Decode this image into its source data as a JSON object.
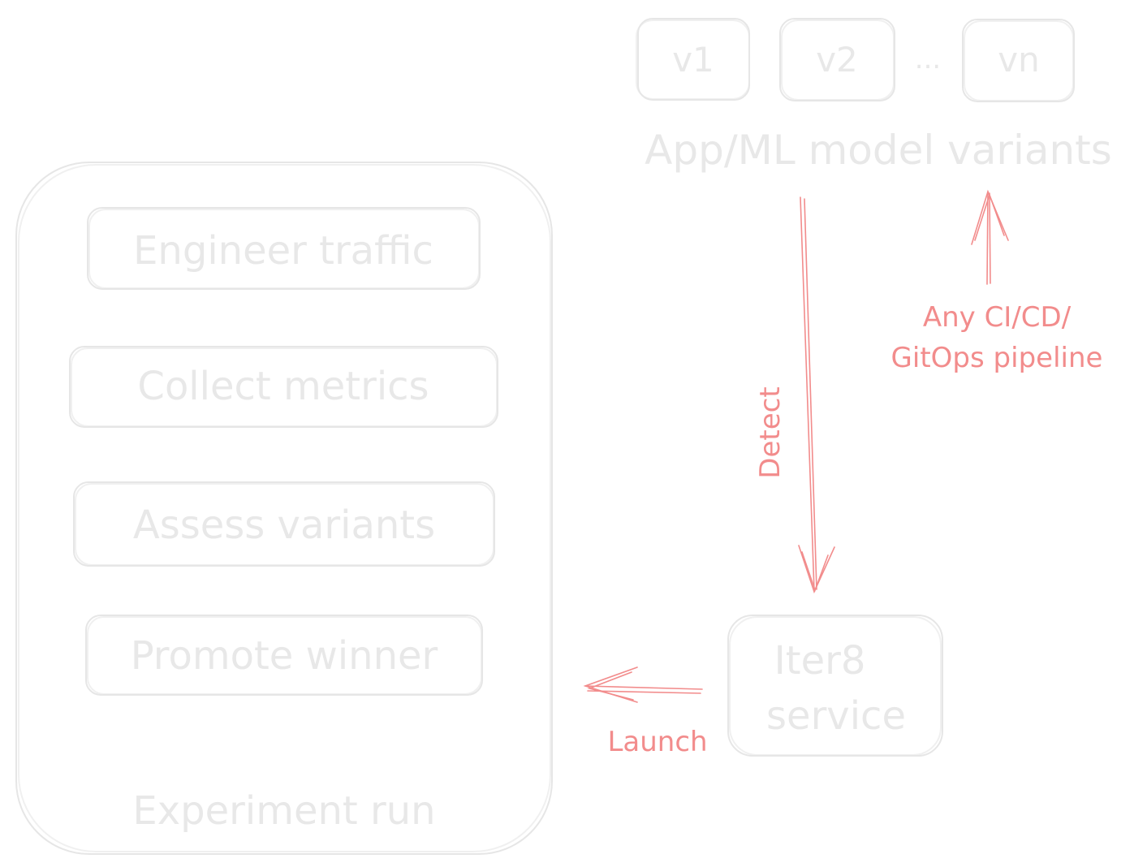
{
  "colors": {
    "faint": "#e6e6e6",
    "accent": "#f28c8c"
  },
  "variants": {
    "items": [
      "v1",
      "v2",
      "vn"
    ],
    "ellipsis": "...",
    "caption": "App/ML model variants"
  },
  "pipeline": {
    "line1": "Any CI/CD/",
    "line2": "GitOps pipeline"
  },
  "detect_label": "Detect",
  "service": {
    "line1": "Iter8",
    "line2": "service"
  },
  "launch_label": "Launch",
  "experiment": {
    "steps": [
      "Engineer traffic",
      "Collect metrics",
      "Assess variants",
      "Promote winner"
    ],
    "caption": "Experiment run"
  }
}
